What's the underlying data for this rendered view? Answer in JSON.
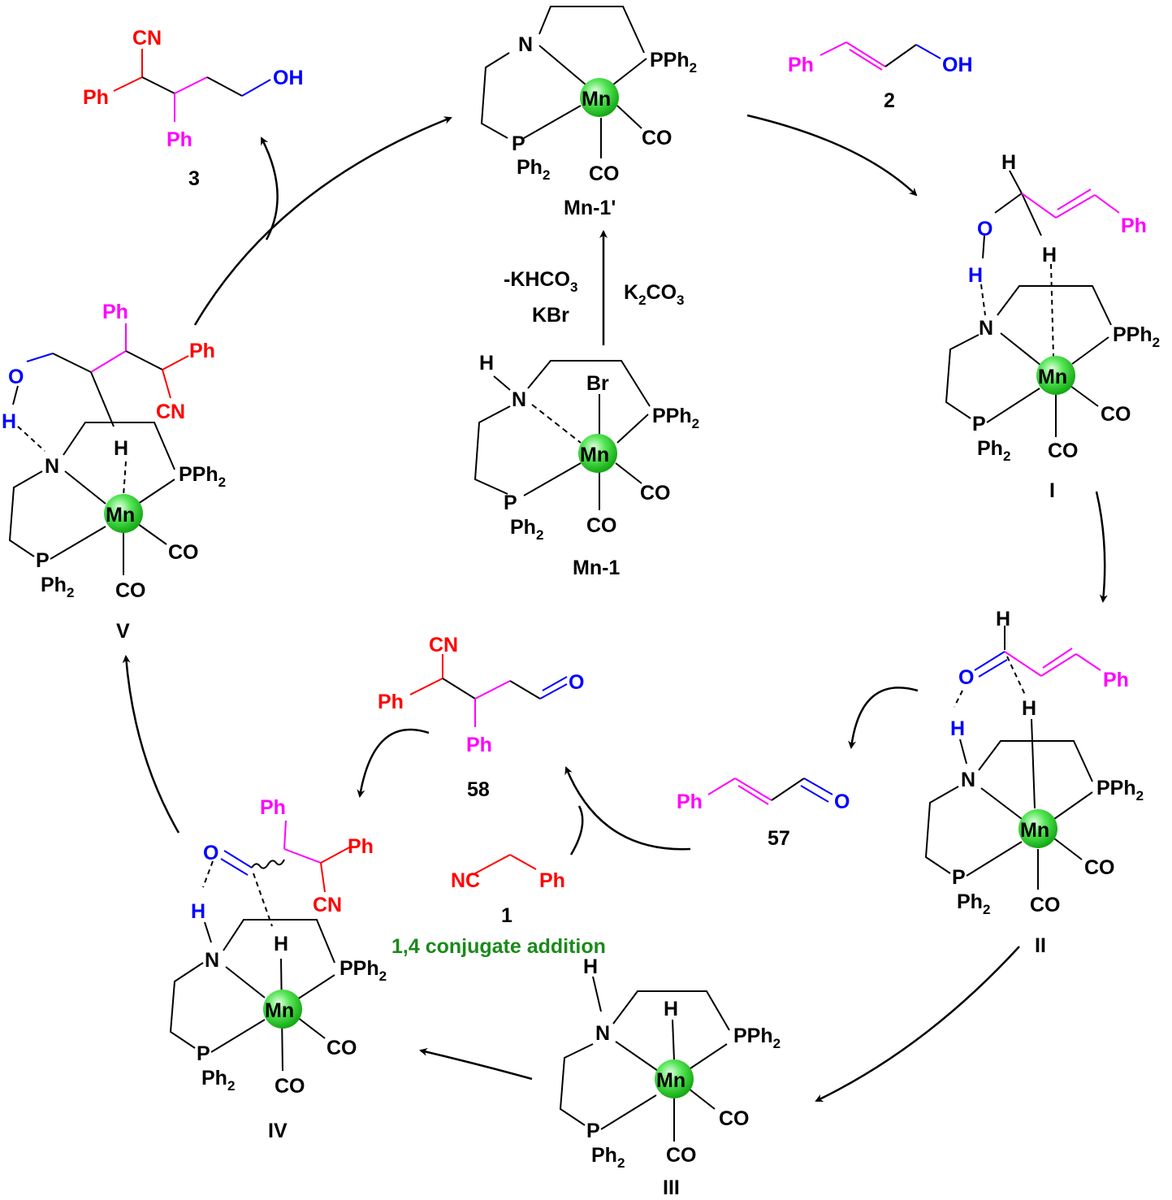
{
  "colors": {
    "black": "#000000",
    "red": "#ff0000",
    "magenta": "#ff00ff",
    "blue": "#0000ff",
    "green_text": "#1a8a1a",
    "mn_sphere": "#44e044"
  },
  "complex_labels": {
    "n": "N",
    "h": "H",
    "mn": "Mn",
    "pph": "PPh",
    "p": "P",
    "ph": "Ph",
    "sub2": "2",
    "co": "CO",
    "br": "Br"
  },
  "compounds": {
    "mn1p_label": "Mn-1'",
    "mn1_label": "Mn-1",
    "i_label": "I",
    "ii_label": "II",
    "iii_label": "III",
    "iv_label": "IV",
    "v_label": "V",
    "c2_label": "2",
    "c3_label": "3",
    "c1_label": "1",
    "c57_label": "57",
    "c58_label": "58"
  },
  "groups": {
    "ph": "Ph",
    "oh": "OH",
    "cn": "CN",
    "nc": "NC",
    "o": "O",
    "h": "H"
  },
  "reagents": {
    "khco3_prefix": "-KHCO",
    "khco3_sub": "3",
    "kbr": "KBr",
    "k2co3_a": "K",
    "k2co3_sub1": "2",
    "k2co3_b": "CO",
    "k2co3_sub2": "3"
  },
  "annotation": "1,4 conjugate addition"
}
